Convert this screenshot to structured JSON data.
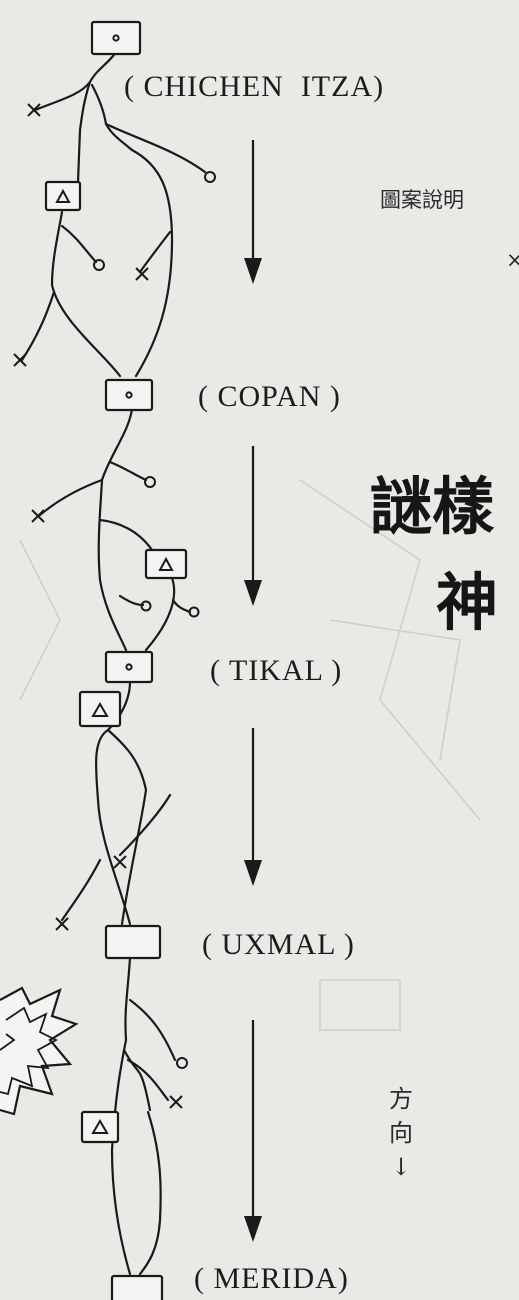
{
  "places": [
    {
      "id": "chichen-itza",
      "label": "( CHICHEN  ITZA)"
    },
    {
      "id": "copan",
      "label": "( COPAN )"
    },
    {
      "id": "tikal",
      "label": "( TIKAL )"
    },
    {
      "id": "uxmal",
      "label": "( UXMAL )"
    },
    {
      "id": "merida",
      "label": "( MERIDA)"
    }
  ],
  "legend": {
    "title": "圖案說明",
    "mark": "×"
  },
  "heading": {
    "line1": "謎樣",
    "line2": "神"
  },
  "direction_note": {
    "chars": [
      "方",
      "向",
      "↓"
    ]
  },
  "symbols": {
    "circle": "○",
    "triangle": "△",
    "cross": "×"
  }
}
